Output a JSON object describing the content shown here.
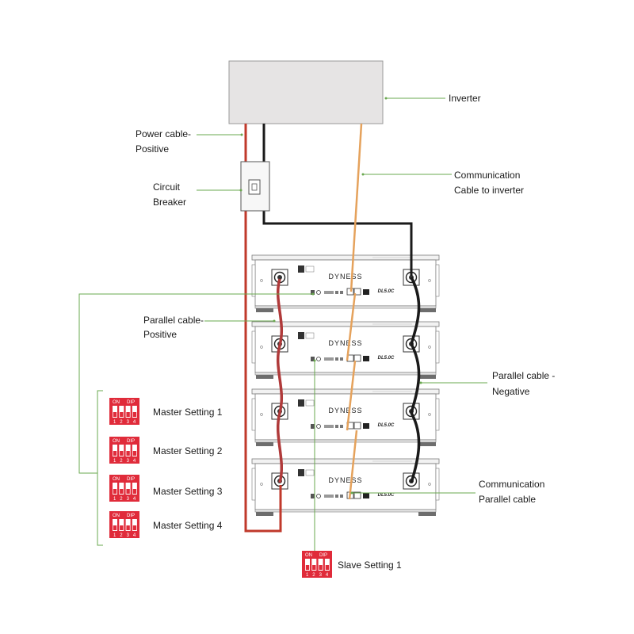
{
  "labels": {
    "inverter": "Inverter",
    "power_cable_positive": [
      "Power cable-",
      "Positive"
    ],
    "circuit_breaker": [
      "Circuit",
      "Breaker"
    ],
    "communication_to_inverter": [
      "Communication",
      "Cable to inverter"
    ],
    "parallel_positive": [
      "Parallel cable-",
      "Positive"
    ],
    "parallel_negative": [
      "Parallel cable -",
      "Negative"
    ],
    "communication_parallel": [
      "Communication",
      "Parallel cable"
    ]
  },
  "battery": {
    "brand": "DYNESS",
    "model": "DL5.0C",
    "count": 4
  },
  "dip_switch": {
    "on_label": "ON",
    "dip_label": "DIP",
    "numbers": [
      "1",
      "2",
      "3",
      "4"
    ]
  },
  "settings": {
    "master": [
      "Master Setting 1",
      "Master Setting 2",
      "Master Setting 3",
      "Master Setting 4"
    ],
    "slave": "Slave Setting 1"
  },
  "colors": {
    "positive_cable": "#c0392b",
    "negative_cable": "#1a1a1a",
    "communication_cable": "#e5a25c",
    "leader_line": "#6aa84f",
    "dip_red": "#e02b3a",
    "inverter_fill": "#e6e4e4"
  }
}
